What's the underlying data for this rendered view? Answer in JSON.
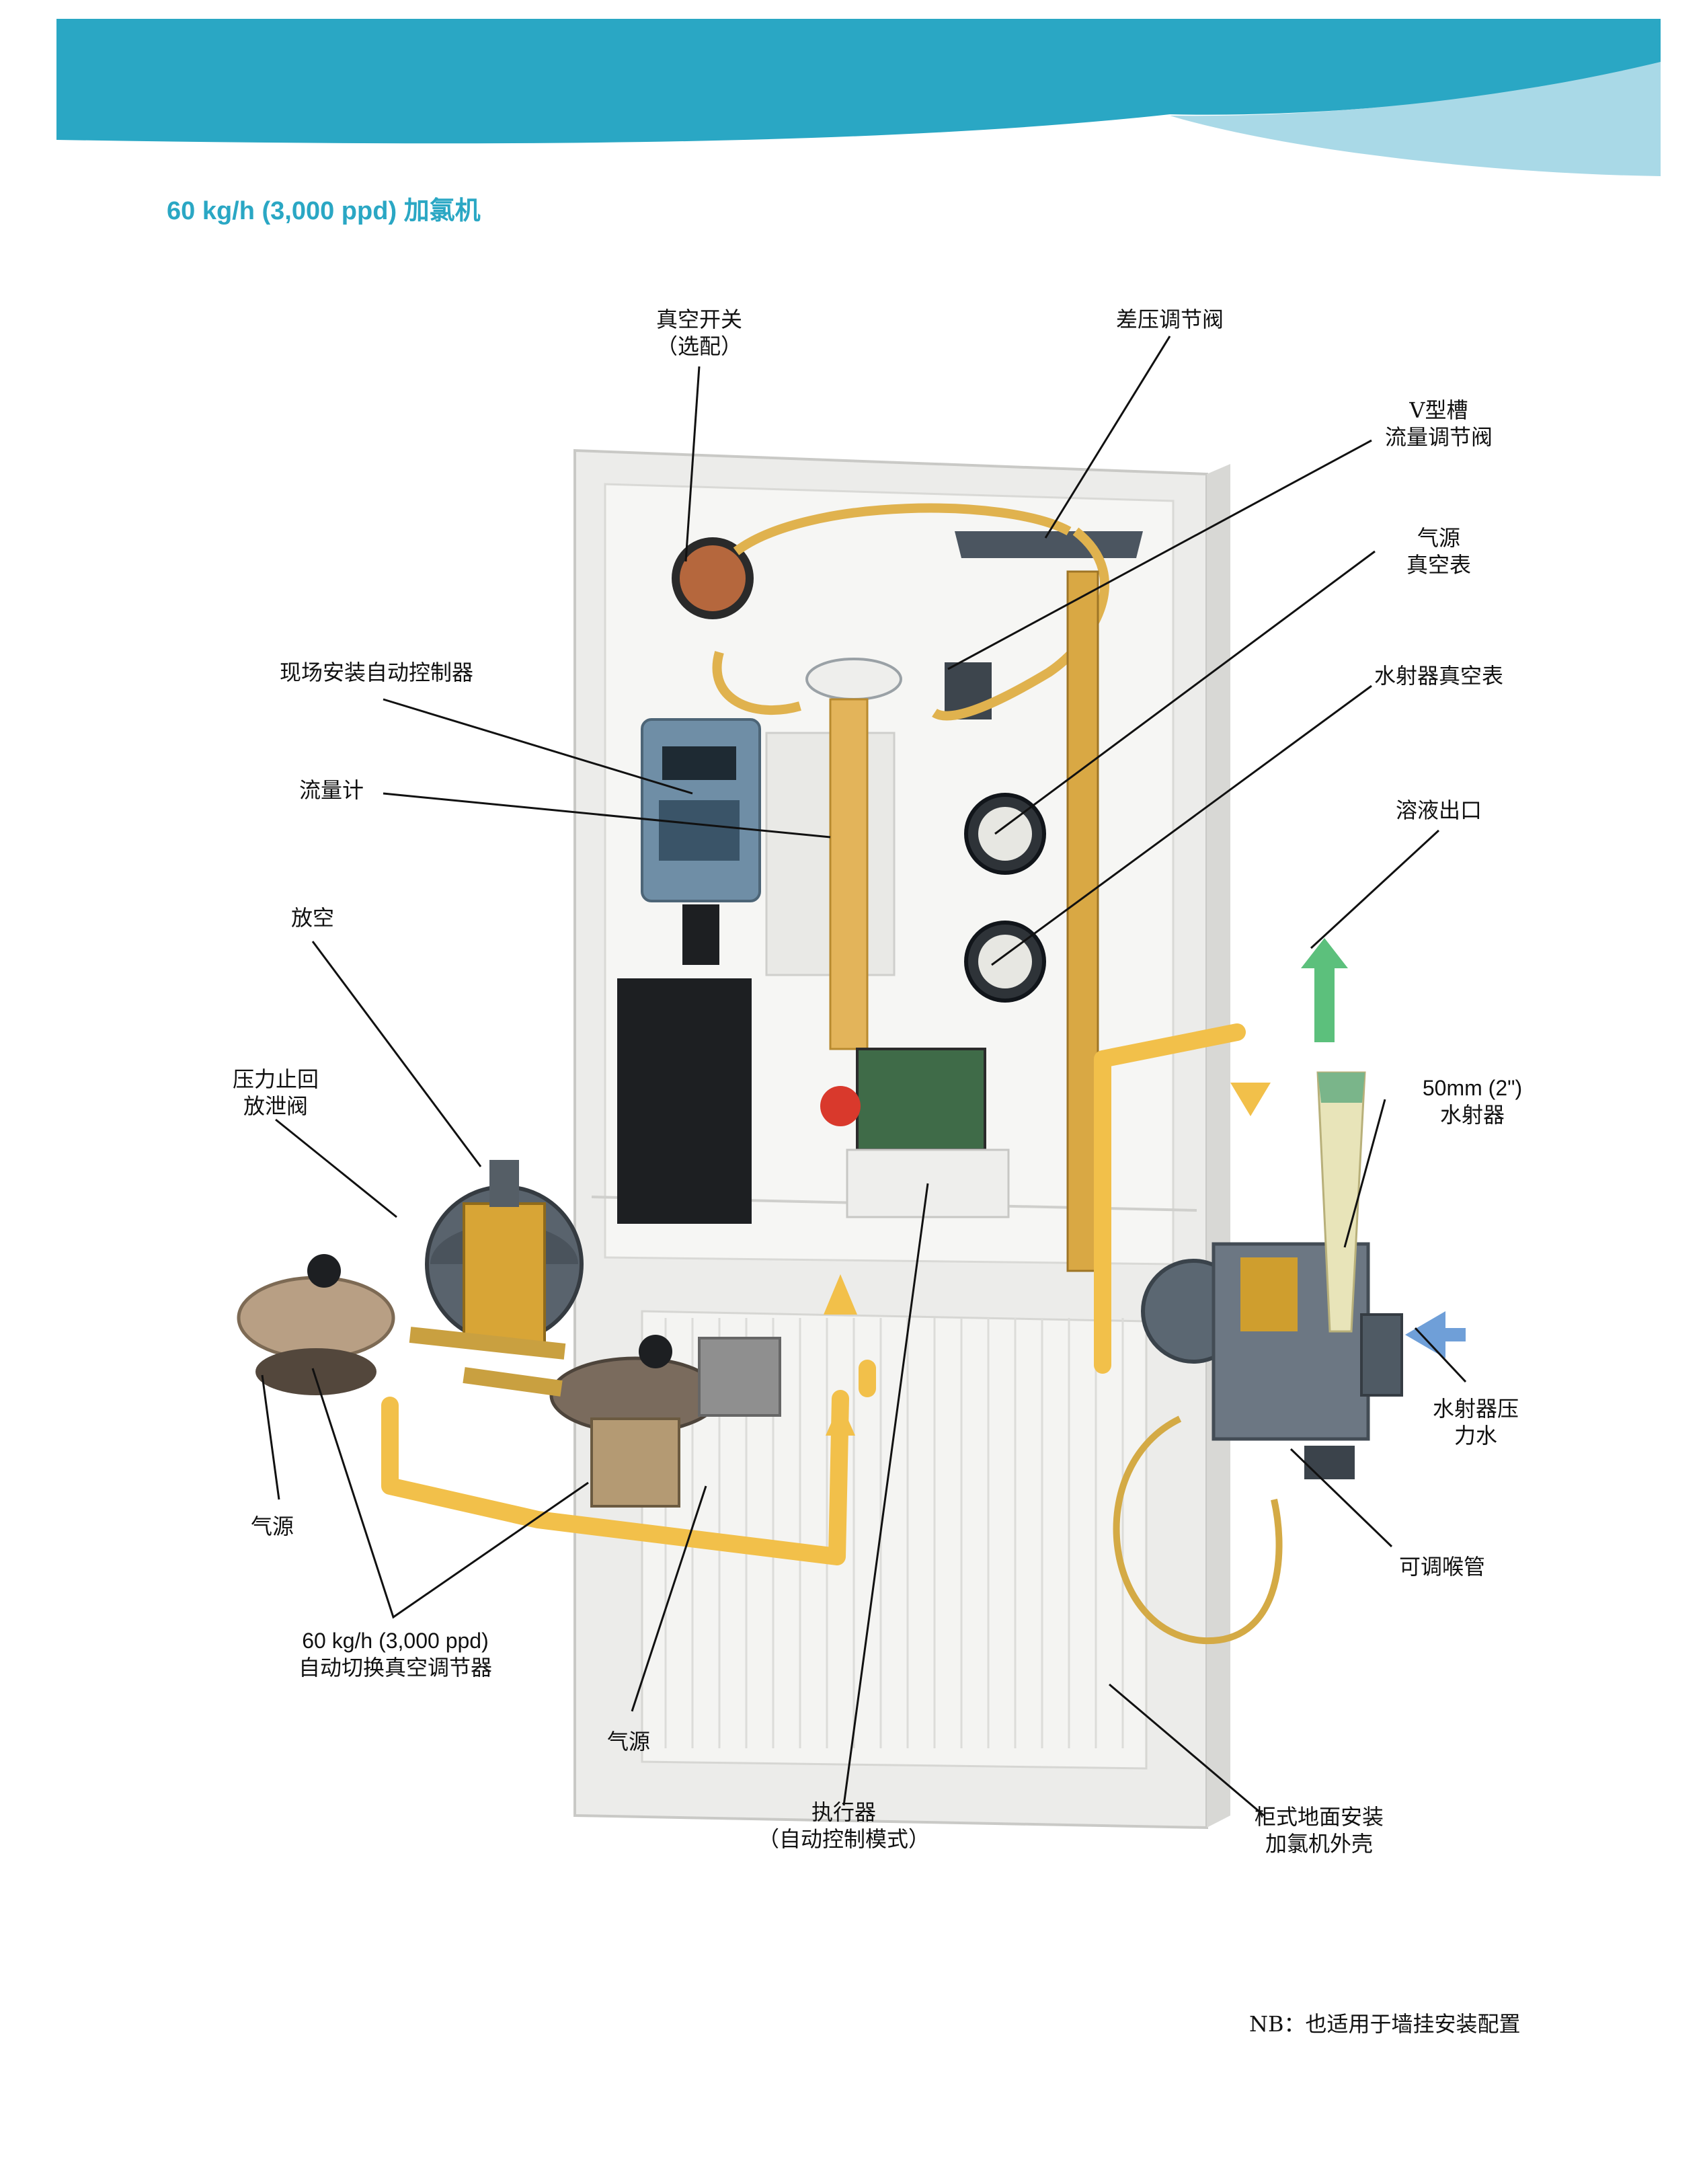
{
  "header": {
    "title": "60 kg/h (3,000 ppd) 加氯机"
  },
  "labels": {
    "vacuum_switch": {
      "line1": "真空开关",
      "line2": "（选配）"
    },
    "diff_pressure_valve": {
      "line1": "差压调节阀"
    },
    "v_notch_valve": {
      "line1": "V型槽",
      "line2": "流量调节阀"
    },
    "gas_vacuum_gauge": {
      "line1": "气源",
      "line2": "真空表"
    },
    "ejector_vacuum_gauge": {
      "line1": "水射器真空表"
    },
    "controller": {
      "line1": "现场安装自动控制器"
    },
    "flowmeter": {
      "line1": "流量计"
    },
    "solution_outlet": {
      "line1": "溶液出口"
    },
    "vent": {
      "line1": "放空"
    },
    "relief_valve": {
      "line1": "压力止回",
      "line2": "放泄阀"
    },
    "ejector": {
      "line1": "50mm (2\")",
      "line2": "水射器"
    },
    "ejector_water": {
      "line1": "水射器压",
      "line2": "力水"
    },
    "gas_supply_left": {
      "line1": "气源"
    },
    "adjustable_throat": {
      "line1": "可调喉管"
    },
    "vacuum_regulator": {
      "line1": "60 kg/h (3,000 ppd)",
      "line2": "自动切换真空调节器"
    },
    "gas_supply_bottom": {
      "line1": "气源"
    },
    "actuator": {
      "line1": "执行器",
      "line2": "（自动控制模式）"
    },
    "cabinet": {
      "line1": "柜式地面安装",
      "line2": "加氯机外壳"
    }
  },
  "footer": {
    "note": "NB：也适用于墙挂安装配置"
  },
  "colors": {
    "banner_dark": "#2aa7c4",
    "banner_light": "#a9d9e7",
    "title": "#2aa7c4",
    "pipe_yellow": "#f2c04a",
    "arrow_green": "#5cc07c",
    "arrow_blue": "#6f9fd8",
    "cabinet": "#ececea",
    "metal": "#5b6772",
    "brass": "#c9a040"
  }
}
